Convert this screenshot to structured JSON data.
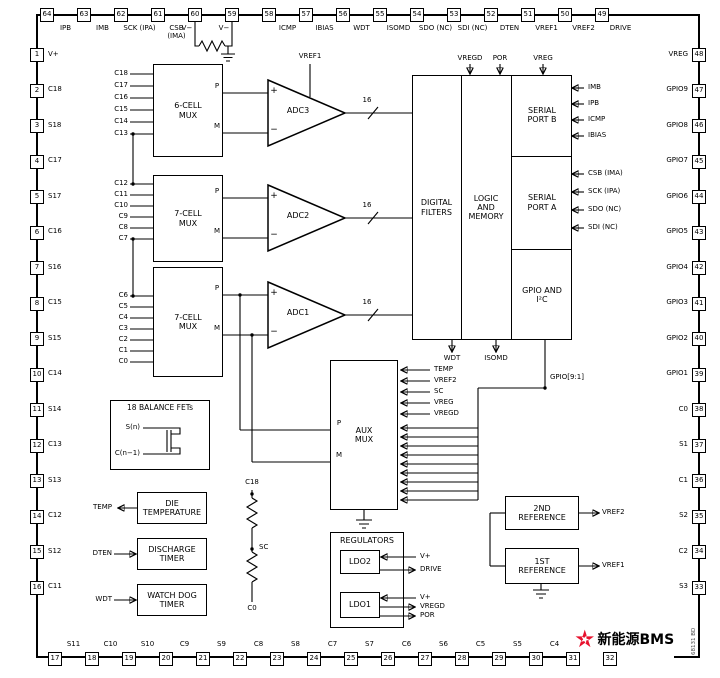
{
  "pins": {
    "top": [
      {
        "num": "64",
        "label": "IPB"
      },
      {
        "num": "63",
        "label": "IMB"
      },
      {
        "num": "62",
        "label": "SCK (IPA)"
      },
      {
        "num": "61",
        "label": "CSB (IMA)"
      },
      {
        "num": "60",
        "label": "V−"
      },
      {
        "num": "59",
        "label": "V−"
      },
      {
        "num": "58",
        "label": "ICMP"
      },
      {
        "num": "57",
        "label": "IBIAS"
      },
      {
        "num": "56",
        "label": "WDT"
      },
      {
        "num": "55",
        "label": "ISOMD"
      },
      {
        "num": "54",
        "label": "SDO (NC)"
      },
      {
        "num": "53",
        "label": "SDI (NC)"
      },
      {
        "num": "52",
        "label": "DTEN"
      },
      {
        "num": "51",
        "label": "VREF1"
      },
      {
        "num": "50",
        "label": "VREF2"
      },
      {
        "num": "49",
        "label": "DRIVE"
      }
    ],
    "left": [
      {
        "num": "1",
        "label": "V+"
      },
      {
        "num": "2",
        "label": "C18"
      },
      {
        "num": "3",
        "label": "S18"
      },
      {
        "num": "4",
        "label": "C17"
      },
      {
        "num": "5",
        "label": "S17"
      },
      {
        "num": "6",
        "label": "C16"
      },
      {
        "num": "7",
        "label": "S16"
      },
      {
        "num": "8",
        "label": "C15"
      },
      {
        "num": "9",
        "label": "S15"
      },
      {
        "num": "10",
        "label": "C14"
      },
      {
        "num": "11",
        "label": "S14"
      },
      {
        "num": "12",
        "label": "C13"
      },
      {
        "num": "13",
        "label": "S13"
      },
      {
        "num": "14",
        "label": "C12"
      },
      {
        "num": "15",
        "label": "S12"
      },
      {
        "num": "16",
        "label": "C11"
      }
    ],
    "right": [
      {
        "num": "48",
        "label": "VREG"
      },
      {
        "num": "47",
        "label": "GPIO9"
      },
      {
        "num": "46",
        "label": "GPIO8"
      },
      {
        "num": "45",
        "label": "GPIO7"
      },
      {
        "num": "44",
        "label": "GPIO6"
      },
      {
        "num": "43",
        "label": "GPIO5"
      },
      {
        "num": "42",
        "label": "GPIO4"
      },
      {
        "num": "41",
        "label": "GPIO3"
      },
      {
        "num": "40",
        "label": "GPIO2"
      },
      {
        "num": "39",
        "label": "GPIO1"
      },
      {
        "num": "38",
        "label": "C0"
      },
      {
        "num": "37",
        "label": "S1"
      },
      {
        "num": "36",
        "label": "C1"
      },
      {
        "num": "35",
        "label": "S2"
      },
      {
        "num": "34",
        "label": "C2"
      },
      {
        "num": "33",
        "label": "S3"
      }
    ],
    "bottom": [
      {
        "num": "17",
        "label": "S11"
      },
      {
        "num": "18",
        "label": "C10"
      },
      {
        "num": "19",
        "label": "S10"
      },
      {
        "num": "20",
        "label": "C9"
      },
      {
        "num": "21",
        "label": "S9"
      },
      {
        "num": "22",
        "label": "C8"
      },
      {
        "num": "23",
        "label": "S8"
      },
      {
        "num": "24",
        "label": "C7"
      },
      {
        "num": "25",
        "label": "S7"
      },
      {
        "num": "26",
        "label": "C6"
      },
      {
        "num": "27",
        "label": "S6"
      },
      {
        "num": "28",
        "label": "C5"
      },
      {
        "num": "29",
        "label": "S5"
      },
      {
        "num": "30",
        "label": "C4"
      },
      {
        "num": "31",
        "label": ""
      },
      {
        "num": "32",
        "label": ""
      }
    ]
  },
  "muxes": [
    {
      "label": "6-CELL MUX",
      "inputs": [
        "C18",
        "C17",
        "C16",
        "C15",
        "C14",
        "C13"
      ]
    },
    {
      "label": "7-CELL MUX",
      "inputs": [
        "C12",
        "C11",
        "C10",
        "C9",
        "C8",
        "C7"
      ]
    },
    {
      "label": "7-CELL MUX",
      "inputs": [
        "C6",
        "C5",
        "C4",
        "C3",
        "C2",
        "C1",
        "C0"
      ]
    }
  ],
  "mux_out_p": "P",
  "mux_out_m": "M",
  "adcs": {
    "labels": [
      "ADC3",
      "ADC2",
      "ADC1"
    ],
    "plus": "+",
    "minus": "−",
    "bus_width": "16",
    "vref": "VREF1"
  },
  "digital": {
    "filters": "DIGITAL FILTERS",
    "logic": "LOGIC AND MEMORY",
    "serial_b": "SERIAL PORT B",
    "serial_a": "SERIAL PORT A",
    "gpio_i2c": "GPIO AND I²C",
    "top_signals": [
      "VREGD",
      "POR",
      "VREG"
    ],
    "bottom_signals": [
      "WDT",
      "ISOMD"
    ],
    "serial_b_signals": [
      "IMB",
      "IPB",
      "ICMP",
      "IBIAS"
    ],
    "serial_a_signals": [
      "CSB (IMA)",
      "SCK (IPA)",
      "SDO (NC)",
      "SDI (NC)"
    ],
    "gpio_bus_label": "GPIO[9:1]"
  },
  "aux_mux": {
    "label": "AUX MUX",
    "p": "P",
    "m": "M",
    "inputs": [
      "TEMP",
      "VREF2",
      "SC",
      "VREG",
      "VREGD"
    ]
  },
  "balance_fets": {
    "title": "18 BALANCE FETs",
    "source_label": "S(n)",
    "cell_label": "C(n−1)"
  },
  "function_blocks": [
    {
      "signal": "TEMP",
      "label": "DIE TEMPERATURE"
    },
    {
      "signal": "DTEN",
      "label": "DISCHARGE TIMER"
    },
    {
      "signal": "WDT",
      "label": "WATCH DOG TIMER"
    }
  ],
  "divider_chain": {
    "top": "C18",
    "mid": "SC",
    "bottom": "C0"
  },
  "regulators": {
    "title": "REGULATORS",
    "ldos": [
      "LDO2",
      "LDO1"
    ],
    "signals": [
      "V+",
      "DRIVE",
      "V+",
      "VREGD",
      "POR"
    ]
  },
  "references": {
    "second": {
      "label": "2ND REFERENCE",
      "out": "VREF2"
    },
    "first": {
      "label": "1ST REFERENCE",
      "out": "VREF1"
    }
  },
  "watermark": {
    "star": "★",
    "text": "新能源BMS"
  },
  "figure_code": "68131 BD"
}
